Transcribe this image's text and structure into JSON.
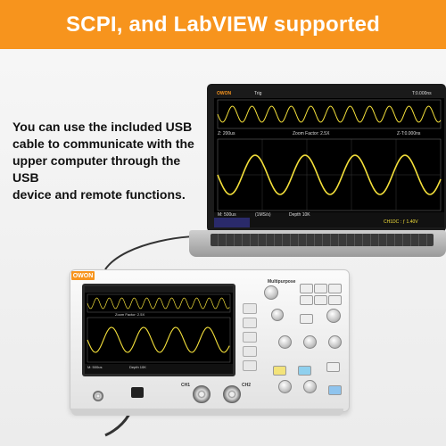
{
  "banner": {
    "title": "SCPI, and LabVIEW supported",
    "color": "#f7941d"
  },
  "description": {
    "lines": [
      "You can use the included USB",
      "cable to communicate with the",
      "upper computer through the USB",
      "device and remote functions."
    ]
  },
  "laptop_screen": {
    "brand": "OWON",
    "trig": "Trig",
    "top_time": "T:0.000ns",
    "zoom_left": "Z: 200us",
    "zoom_factor": "Zoom Factor: 2.5X",
    "zoom_right": "Z-T:0.000ns",
    "main_time": "M: 500us",
    "rate": "(1MS/s)",
    "depth": "Depth 10K",
    "ch_info": "CH1DC : ƒ 1.40V"
  },
  "scope": {
    "brand": "OWON",
    "panel_title": "Multipurpose",
    "ch1": "CH1",
    "ch2": "CH2",
    "screen_main_time": "M: 500us",
    "screen_depth": "Depth 10K",
    "screen_zoom": "Zoom Factor: 2.5X"
  },
  "colors": {
    "waveform": "#f5e13b",
    "accent": "#f7941d"
  }
}
